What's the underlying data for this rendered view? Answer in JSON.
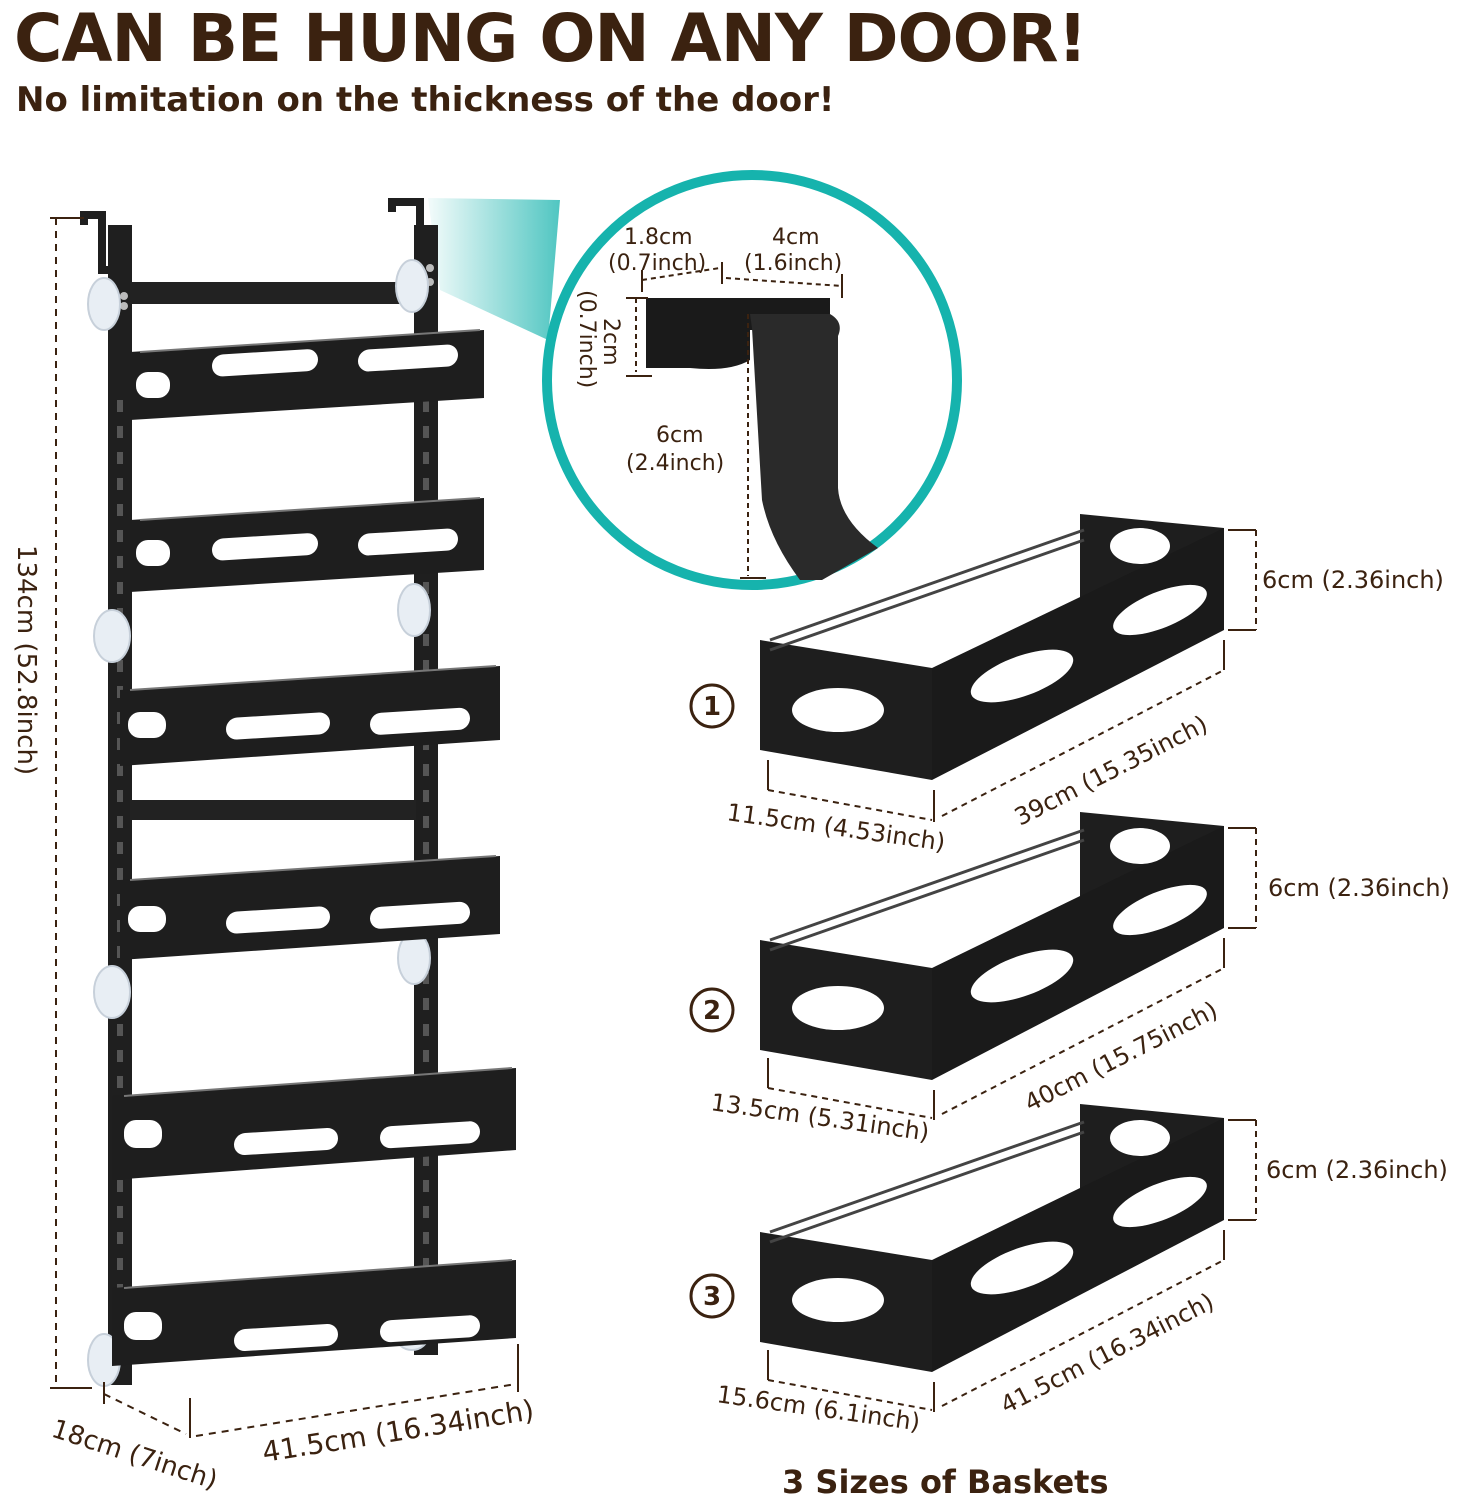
{
  "headline": "CAN BE HUNG ON ANY DOOR!",
  "subheadline": "No limitation on the thickness of the door!",
  "footer": "3 Sizes of Baskets",
  "rack": {
    "height": "134cm (52.8inch)",
    "depth": "18cm (7inch)",
    "width": "41.5cm (16.34inch)",
    "basket_count": 6
  },
  "hook_detail": {
    "top_left_cm": "1.8cm",
    "top_left_in": "(0.7inch)",
    "top_right_cm": "4cm",
    "top_right_in": "(1.6inch)",
    "side_cm": "2cm",
    "side_in": "(0.7inch)",
    "drop_cm": "6cm",
    "drop_in": "(2.4inch)"
  },
  "baskets": [
    {
      "number": "1",
      "height": "6cm (2.36inch)",
      "depth": "11.5cm (4.53inch)",
      "length": "39cm (15.35inch)"
    },
    {
      "number": "2",
      "height": "6cm (2.36inch)",
      "depth": "13.5cm (5.31inch)",
      "length": "40cm (15.75inch)"
    },
    {
      "number": "3",
      "height": "6cm (2.36inch)",
      "depth": "15.6cm (6.1inch)",
      "length": "41.5cm (16.34inch)"
    }
  ],
  "colors": {
    "text": "#3b2210",
    "metal": "#1e1e1e",
    "accent": "#16b3ad"
  }
}
